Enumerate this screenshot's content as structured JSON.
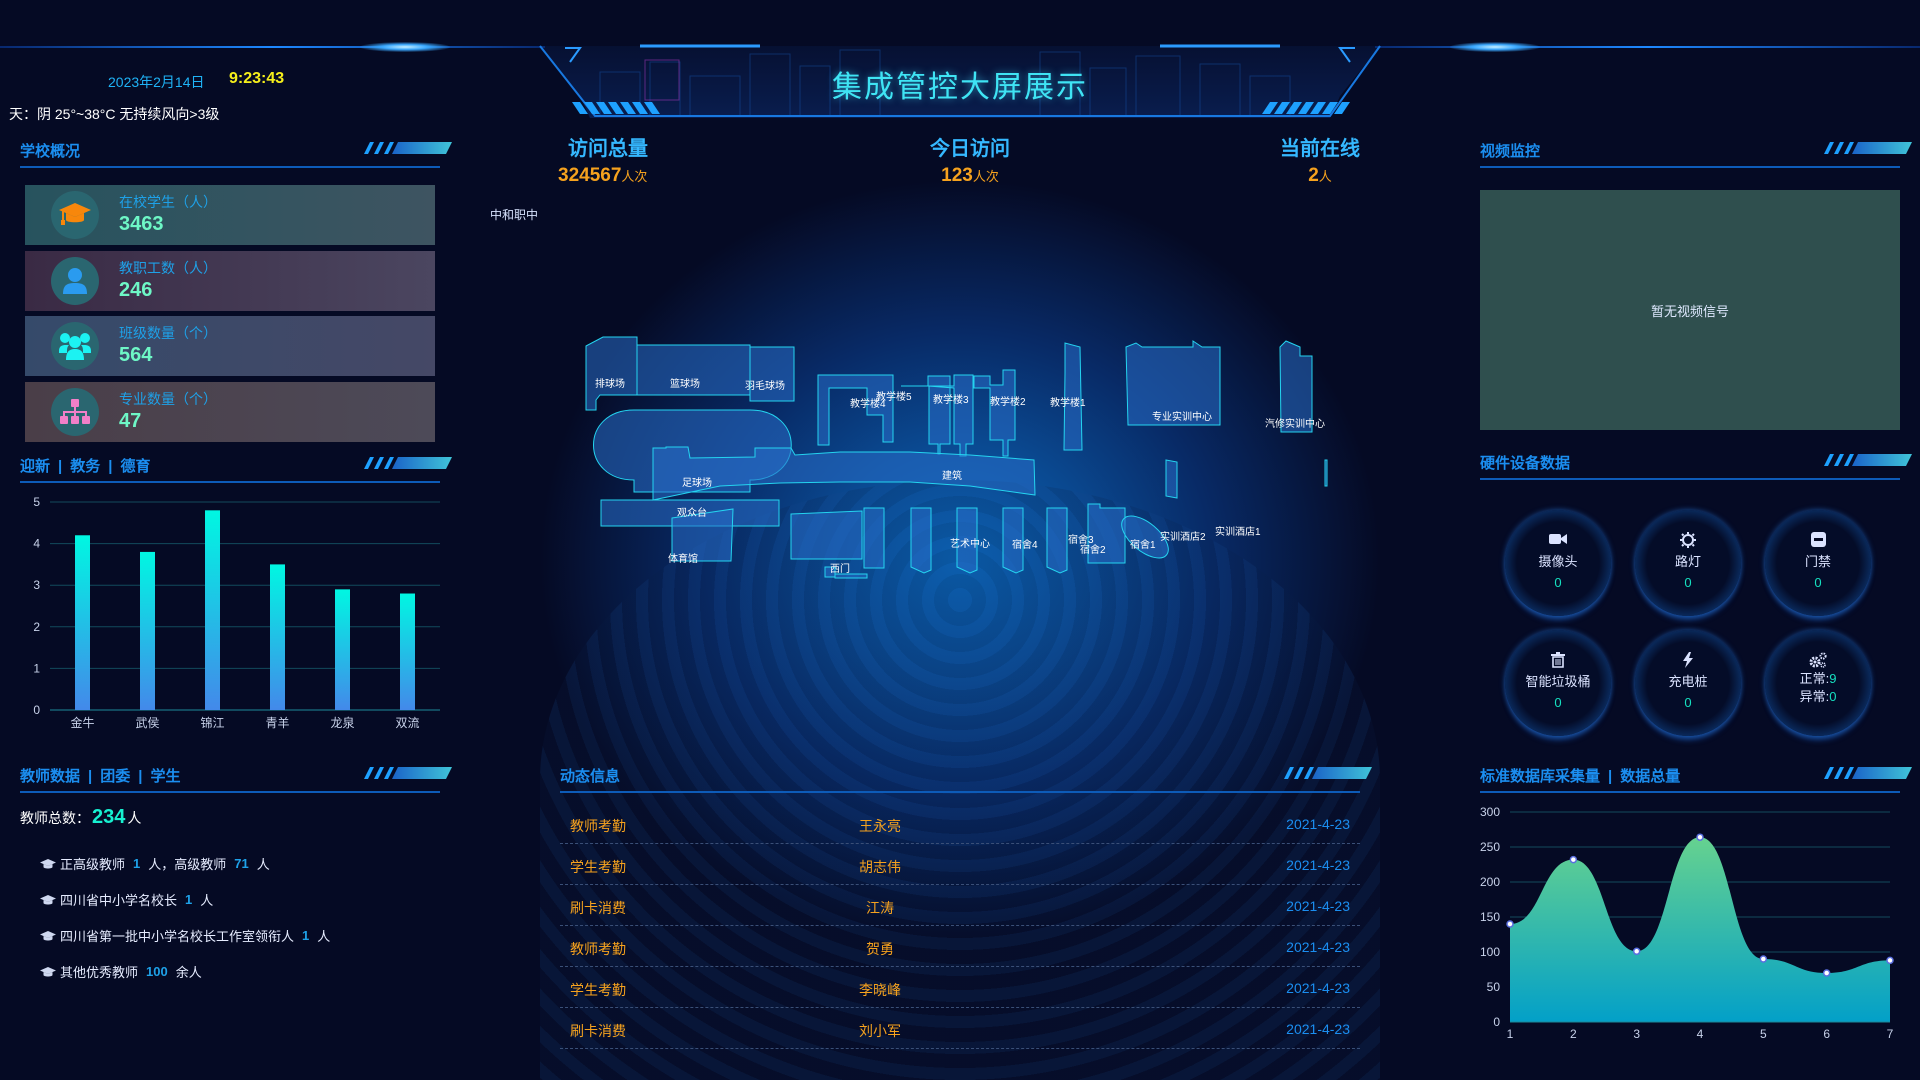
{
  "header": {
    "title": "集成管控大屏展示",
    "date": "2023年2月14日",
    "time": "9:23:43",
    "weather": "天：阴 25°~38°C 无持续风向>3级"
  },
  "colors": {
    "background": "#050a24",
    "section_title": "#1b8ef0",
    "accent_green": "#6ef7c6",
    "accent_orange": "#f6a21e",
    "accent_yellow": "#f6ef1b",
    "title_cyan": "#3fe4f4"
  },
  "school_overview": {
    "title": "学校概况",
    "cards": [
      {
        "label": "在校学生（人）",
        "value": "3463",
        "icon": "graduation-cap-icon",
        "icon_color": "#f7870b",
        "bg": "linear-gradient(90deg,#27535e,#3e5461)"
      },
      {
        "label": "教职工数（人）",
        "value": "246",
        "icon": "user-icon",
        "icon_color": "#2a9bef",
        "bg": "linear-gradient(90deg,#3a2a44,#4b4660)"
      },
      {
        "label": "班级数量（个）",
        "value": "564",
        "icon": "users-group-icon",
        "icon_color": "#1cf2f2",
        "bg": "linear-gradient(90deg,#354a6a,#454866)"
      },
      {
        "label": "专业数量（个）",
        "value": "47",
        "icon": "sitemap-icon",
        "icon_color": "#f27fc8",
        "bg": "linear-gradient(90deg,#4a3e48,#4d4a58)"
      }
    ]
  },
  "bar_section": {
    "tabs": [
      "迎新",
      "教务",
      "德育"
    ]
  },
  "teacher_section": {
    "tabs": [
      "教师数据",
      "团委",
      "学生"
    ],
    "total_label": "教师总数：",
    "total_value": "234",
    "total_unit": "人",
    "items": [
      {
        "pre": "正高级教师",
        "n1": "1",
        "mid": "人，高级教师",
        "n2": "71",
        "post": "人"
      },
      {
        "pre": "四川省中小学名校长",
        "n1": "1",
        "mid": "人",
        "n2": "",
        "post": ""
      },
      {
        "pre": "四川省第一批中小学名校长工作室领衔人",
        "n1": "1",
        "mid": "人",
        "n2": "",
        "post": ""
      },
      {
        "pre": "其他优秀教师",
        "n1": "100",
        "mid": "余人",
        "n2": "",
        "post": ""
      }
    ]
  },
  "kpis": [
    {
      "label": "访问总量",
      "value": "324567",
      "unit": "人次"
    },
    {
      "label": "今日访问",
      "value": "123",
      "unit": "人次"
    },
    {
      "label": "当前在线",
      "value": "2",
      "unit": "人"
    }
  ],
  "map": {
    "school_name": "中和职中",
    "buildings": [
      "排球场",
      "篮球场",
      "羽毛球场",
      "足球场",
      "观众台",
      "教学楼5",
      "教学楼4",
      "教学楼3",
      "教学楼2",
      "教学楼1",
      "专业实训中心",
      "汽修实训中心",
      "建筑",
      "体育馆",
      "西门",
      "艺术中心",
      "宿舍4",
      "宿舍3",
      "宿舍2",
      "宿舍1",
      "实训酒店2",
      "实训酒店1"
    ]
  },
  "news": {
    "title": "动态信息",
    "rows": [
      {
        "type": "教师考勤",
        "name": "王永亮",
        "date": "2021-4-23"
      },
      {
        "type": "学生考勤",
        "name": "胡志伟",
        "date": "2021-4-23"
      },
      {
        "type": "刷卡消费",
        "name": "江涛",
        "date": "2021-4-23"
      },
      {
        "type": "教师考勤",
        "name": "贺勇",
        "date": "2021-4-23"
      },
      {
        "type": "学生考勤",
        "name": "李晓峰",
        "date": "2021-4-23"
      },
      {
        "type": "刷卡消费",
        "name": "刘小军",
        "date": "2021-4-23"
      }
    ]
  },
  "video": {
    "title": "视频监控",
    "no_signal": "暂无视频信号"
  },
  "devices": {
    "title": "硬件设备数据",
    "items": [
      {
        "name": "摄像头",
        "value": "0",
        "icon": "video-camera-icon"
      },
      {
        "name": "路灯",
        "value": "0",
        "icon": "lightbulb-icon"
      },
      {
        "name": "门禁",
        "value": "0",
        "icon": "door-access-icon"
      },
      {
        "name": "智能垃圾桶",
        "value": "0",
        "icon": "trash-icon"
      },
      {
        "name": "充电桩",
        "value": "0",
        "icon": "bolt-icon"
      },
      {
        "name": "",
        "normal_label": "正常:",
        "normal_value": "9",
        "abnormal_label": "异常:",
        "abnormal_value": "0",
        "icon": "gears-icon"
      }
    ]
  },
  "area_section": {
    "tabs": [
      "标准数据库采集量",
      "数据总量"
    ]
  },
  "chart_data": [
    {
      "type": "bar",
      "title": "迎新 | 教务 | 德育",
      "categories": [
        "金牛",
        "武侯",
        "锦江",
        "青羊",
        "龙泉",
        "双流"
      ],
      "values": [
        4.2,
        3.8,
        4.8,
        3.5,
        2.9,
        2.8
      ],
      "xlabel": "",
      "ylabel": "",
      "ylim": [
        0,
        5
      ],
      "yticks": [
        0,
        1,
        2,
        3,
        4,
        5
      ],
      "grid": true,
      "bar_gradient": [
        "#00f7e2",
        "#4389ea"
      ]
    },
    {
      "type": "area",
      "title": "标准数据库采集量 | 数据总量",
      "x": [
        1,
        2,
        3,
        4,
        5,
        6,
        7
      ],
      "values": [
        140,
        232,
        101,
        264,
        90,
        70,
        88
      ],
      "xlabel": "",
      "ylabel": "",
      "ylim": [
        0,
        300
      ],
      "yticks": [
        0,
        50,
        100,
        150,
        200,
        250,
        300
      ],
      "grid": true,
      "smooth": true,
      "fill_gradient": [
        "#66d28f",
        "#03a0c8"
      ]
    }
  ]
}
